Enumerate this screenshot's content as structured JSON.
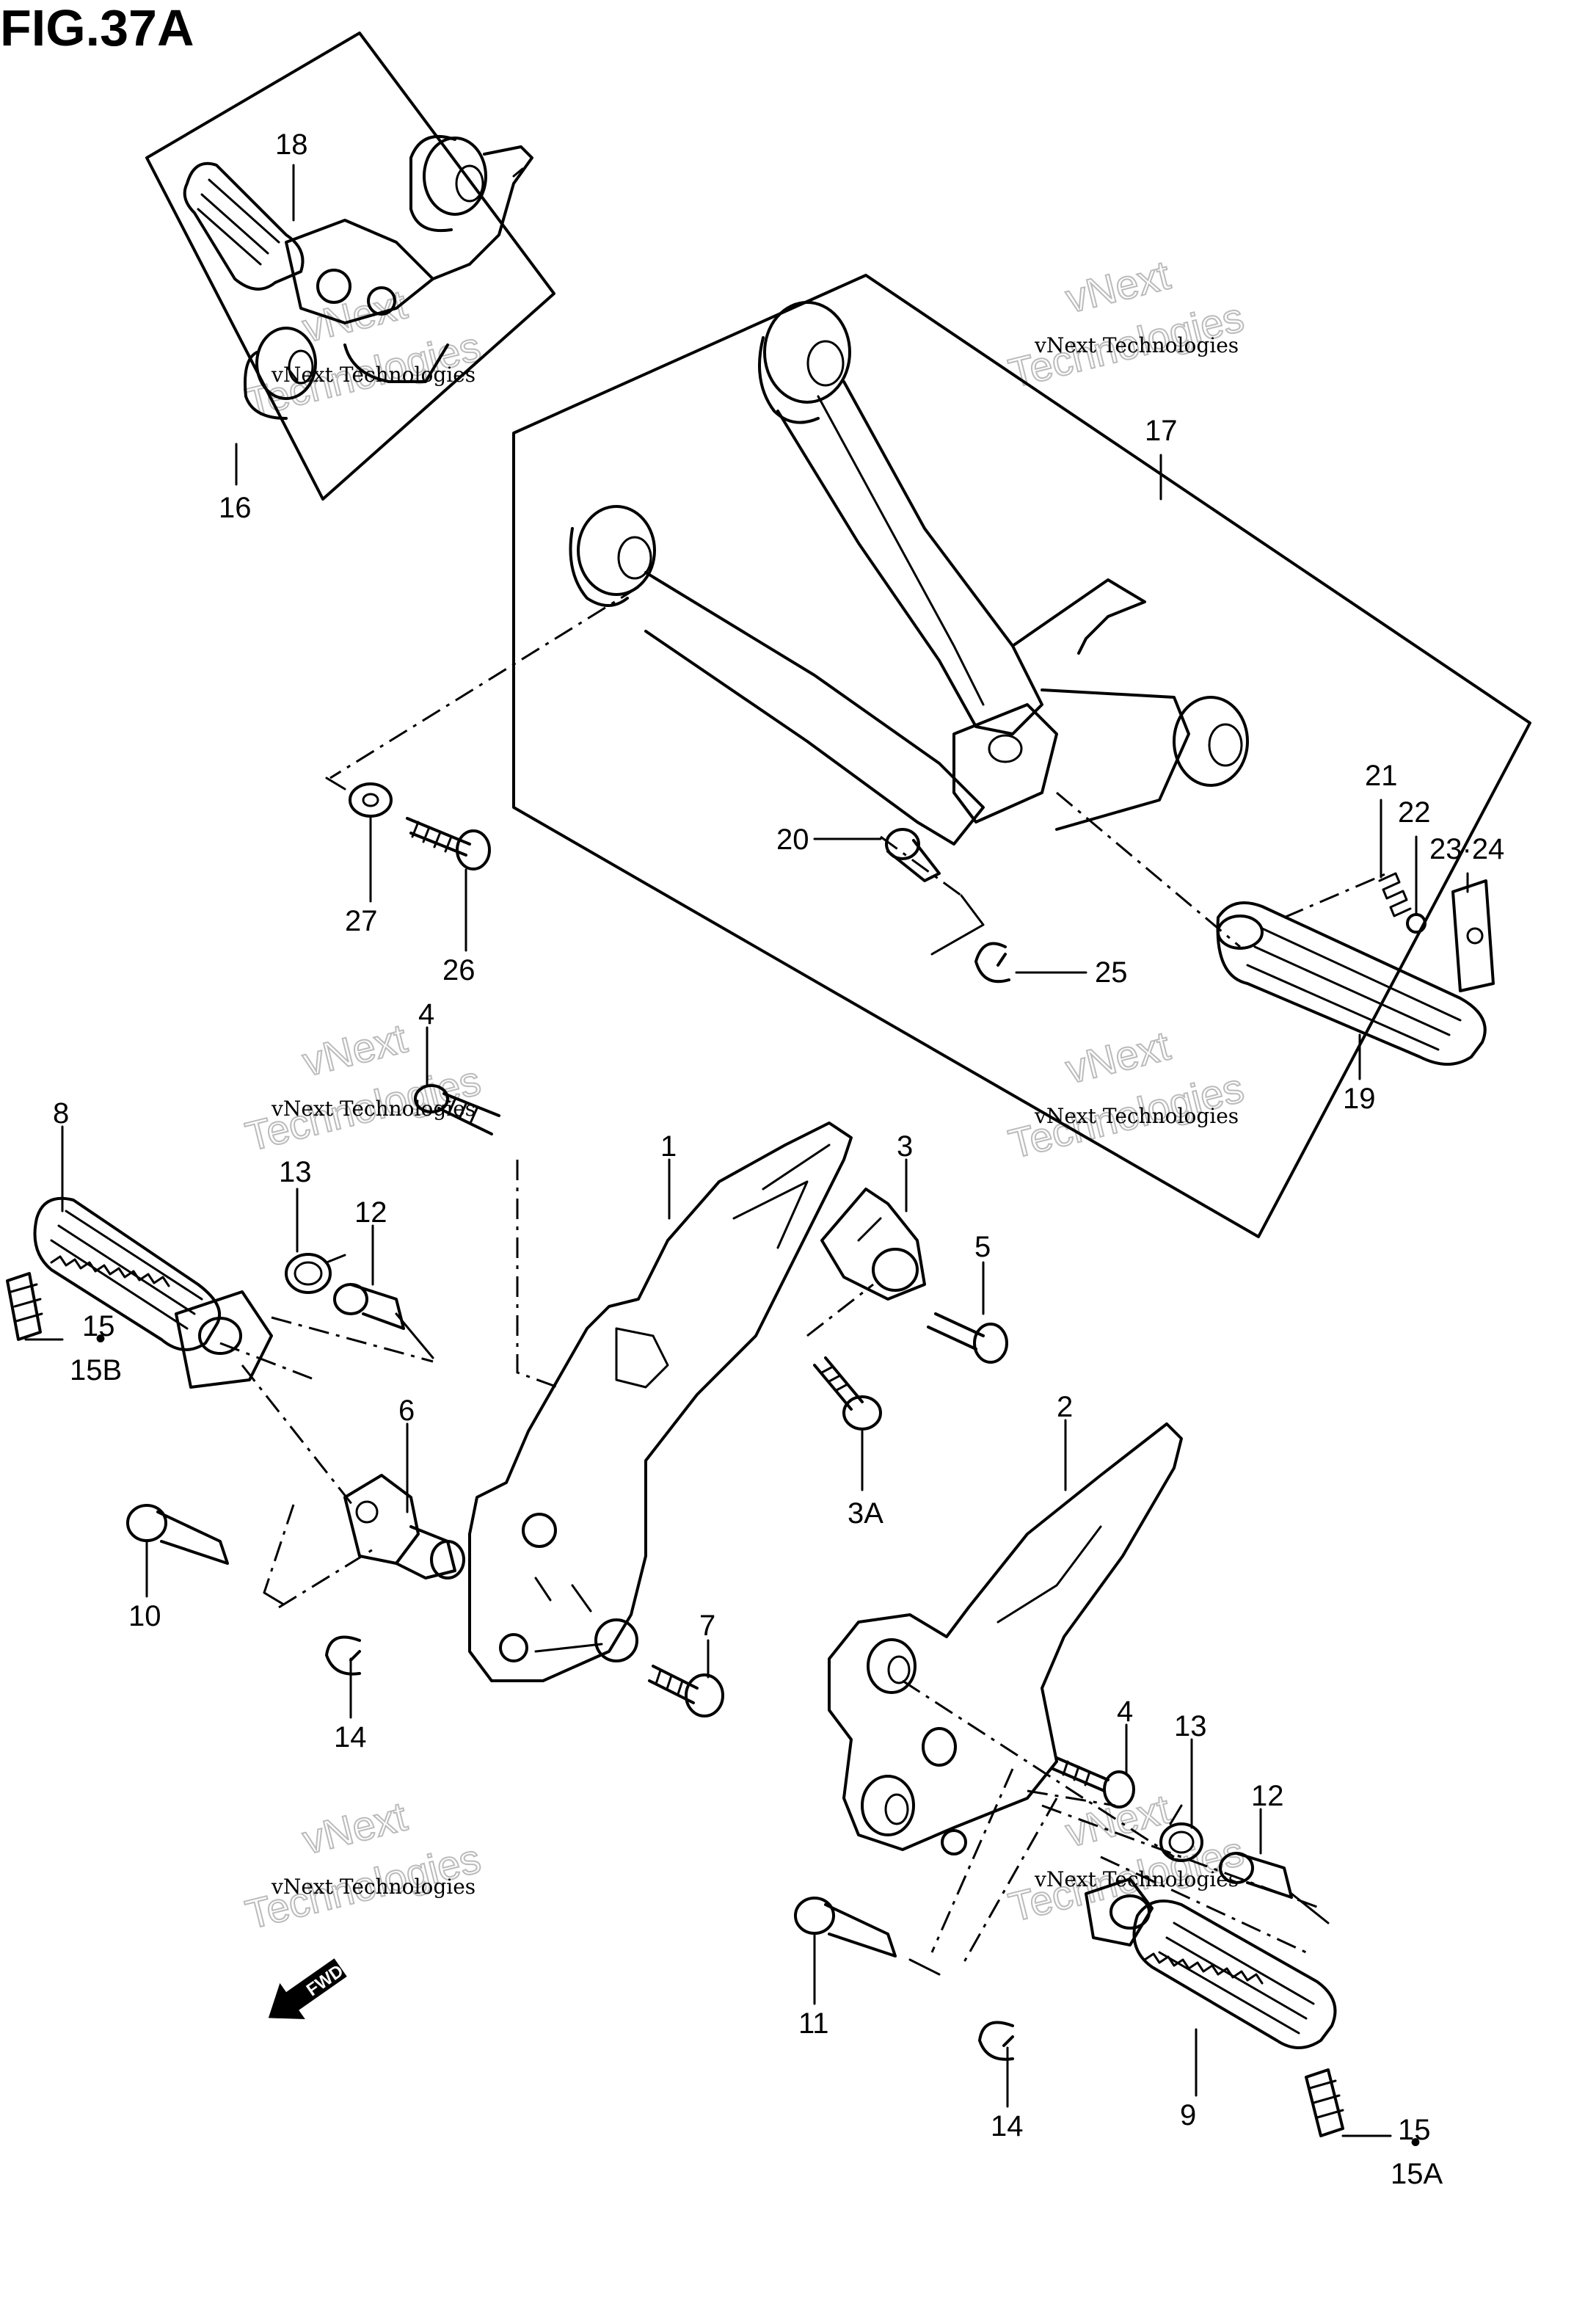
{
  "figure": {
    "title": "FIG.37A"
  },
  "watermark": {
    "line1": "vNext Technologies",
    "line2": "vNext",
    "line3": "Technologies"
  },
  "fwd_arrow": {
    "label": "FWD"
  },
  "callouts": {
    "c1": "1",
    "c2": "2",
    "c3": "3",
    "c3a": "3A",
    "c4a": "4",
    "c4b": "4",
    "c5": "5",
    "c6": "6",
    "c7": "7",
    "c8": "8",
    "c9": "9",
    "c10": "10",
    "c11": "11",
    "c12a": "12",
    "c12b": "12",
    "c13a": "13",
    "c13b": "13",
    "c14a": "14",
    "c14b": "14",
    "c15a": "15",
    "c15b_sub": "15B",
    "c15c": "15",
    "c15a_sub": "15A",
    "c16": "16",
    "c17": "17",
    "c18": "18",
    "c19": "19",
    "c20": "20",
    "c21": "21",
    "c22": "22",
    "c23_24": "23·24",
    "c25": "25",
    "c26": "26",
    "c27": "27"
  }
}
